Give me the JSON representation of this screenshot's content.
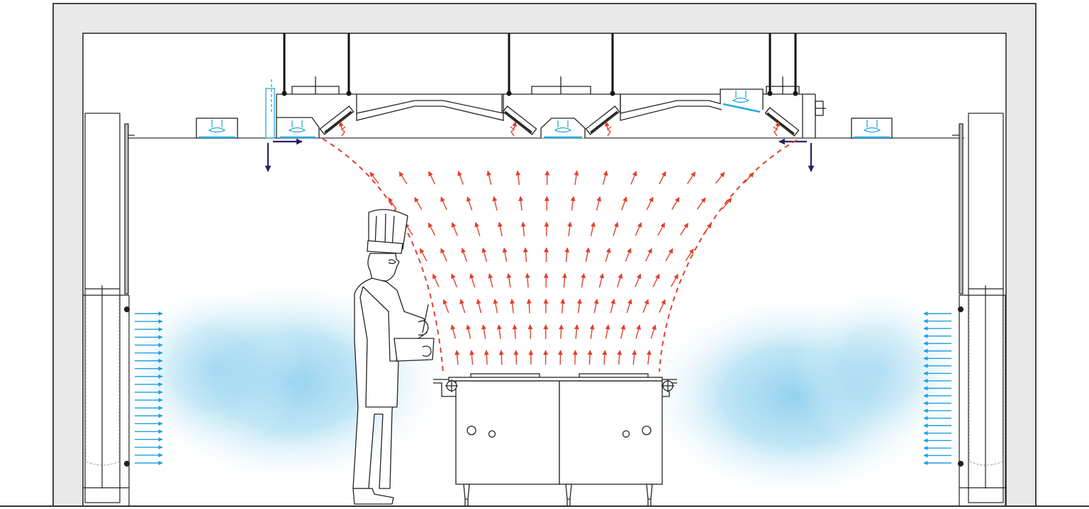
{
  "diagram": {
    "title": "Commercial kitchen ventilation cross-section",
    "description": "Section view of a kitchen with a ceiling-mounted exhaust hood above a cooking range, side wall displacement air supply units, ceiling supply diffusers and a chef at the range.",
    "colors": {
      "wall_fill": "#e9e9e9",
      "line": "#1a1a1a",
      "exhaust_flow": "#e0402a",
      "supply_flow": "#1e9fe0",
      "supply_cloud": "#8fd0ee",
      "ceiling_jet": "#2a2060",
      "diffuser": "#29a8e0"
    },
    "components": {
      "room": {
        "label": "Room enclosure (walls, ceiling, floor)"
      },
      "hood": {
        "label": "Ceiling exhaust hood",
        "filters": 4,
        "hanger_rods": 6,
        "light_units": 2
      },
      "ceiling_diffusers": {
        "label": "Ceiling supply diffusers",
        "count": 2
      },
      "side_units": [
        {
          "label": "Left displacement supply unit",
          "arrow_count": 20,
          "direction": "right"
        },
        {
          "label": "Right displacement supply unit",
          "arrow_count": 21,
          "direction": "left"
        }
      ],
      "cooking_range": {
        "label": "Cooking range",
        "sections": 2,
        "knobs": 4
      },
      "chef": {
        "label": "Chef with mixing bowl"
      },
      "exhaust_plume": {
        "label": "Thermal plume captured by hood",
        "streamlines": 14
      },
      "ceiling_jets": {
        "label": "Hood perimeter air jets",
        "count": 2
      }
    }
  }
}
